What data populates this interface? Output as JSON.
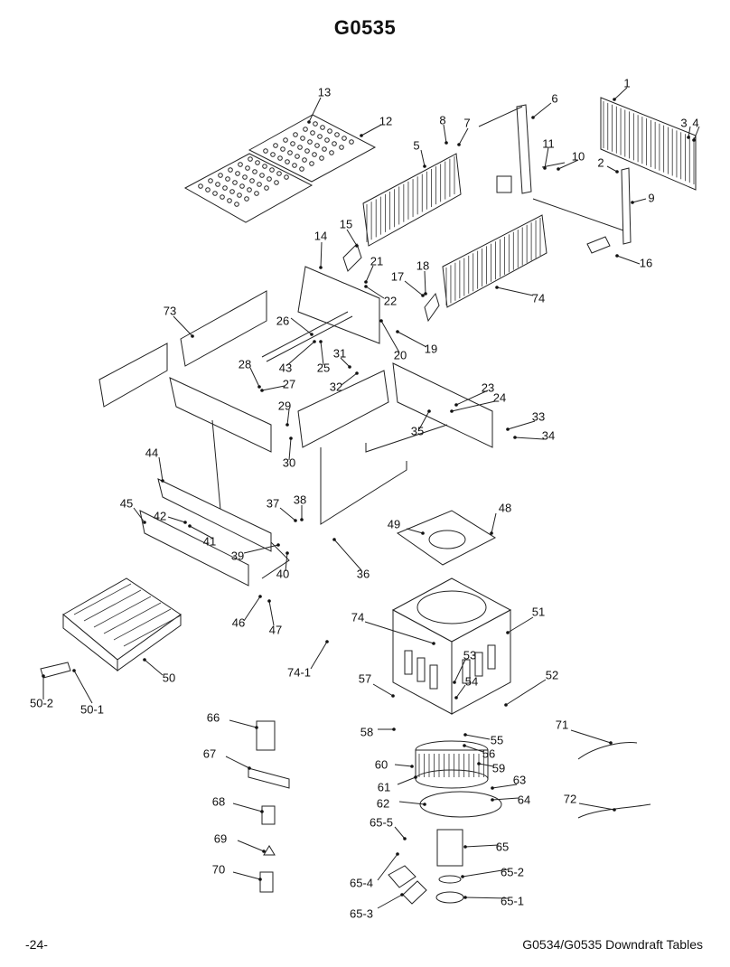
{
  "page": {
    "title": "G0535",
    "footer_left": "-24-",
    "footer_right": "G0534/G0535 Downdraft Tables"
  },
  "callouts": [
    "1",
    "2",
    "3",
    "4",
    "5",
    "6",
    "7",
    "8",
    "9",
    "10",
    "11",
    "12",
    "13",
    "14",
    "15",
    "16",
    "17",
    "18",
    "19",
    "20",
    "21",
    "22",
    "23",
    "24",
    "25",
    "26",
    "27",
    "28",
    "29",
    "30",
    "31",
    "32",
    "33",
    "34",
    "35",
    "36",
    "37",
    "38",
    "39",
    "40",
    "41",
    "42",
    "43",
    "44",
    "45",
    "46",
    "47",
    "48",
    "49",
    "50",
    "50-1",
    "50-2",
    "51",
    "52",
    "53",
    "54",
    "55",
    "56",
    "57",
    "58",
    "59",
    "60",
    "61",
    "62",
    "63",
    "64",
    "65",
    "65-1",
    "65-2",
    "65-3",
    "65-4",
    "65-5",
    "66",
    "67",
    "68",
    "69",
    "70",
    "71",
    "72",
    "73",
    "74",
    "74",
    "74-1"
  ]
}
